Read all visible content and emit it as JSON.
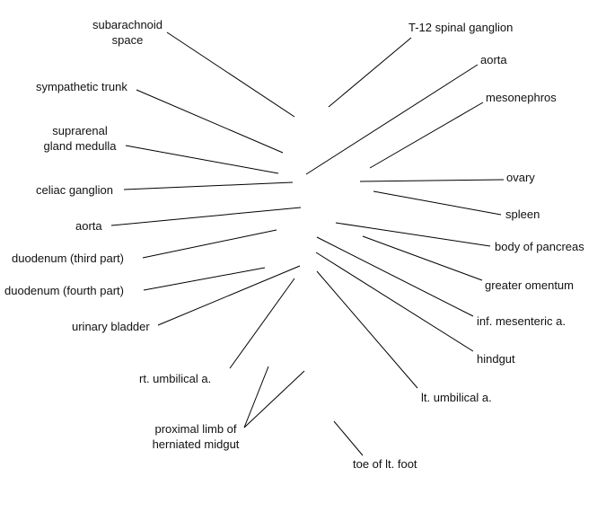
{
  "labels": {
    "subarachnoid_space": "subarachnoid\nspace",
    "sympathetic_trunk": "sympathetic trunk",
    "suprarenal_gland_medulla": "suprarenal\ngland medulla",
    "celiac_ganglion": "celiac ganglion",
    "aorta_left": "aorta",
    "duodenum_third": "duodenum (third part)",
    "duodenum_fourth": "duodenum (fourth part)",
    "urinary_bladder": "urinary bladder",
    "rt_umbilical_a": "rt. umbilical a.",
    "proximal_limb": "proximal limb of\nherniated midgut",
    "t12_spinal_ganglion": "T-12 spinal ganglion",
    "aorta_right": "aorta",
    "mesonephros": "mesonephros",
    "ovary": "ovary",
    "spleen": "spleen",
    "body_of_pancreas": "body of pancreas",
    "greater_omentum": "greater omentum",
    "inf_mesenteric_a": "inf. mesenteric a.",
    "hindgut": "hindgut",
    "lt_umbilical_a": "lt. umbilical a.",
    "toe_of_lt_foot": "toe of lt. foot"
  },
  "colors": {
    "line": "#000000",
    "text": "#111111",
    "background": "#ffffff"
  }
}
